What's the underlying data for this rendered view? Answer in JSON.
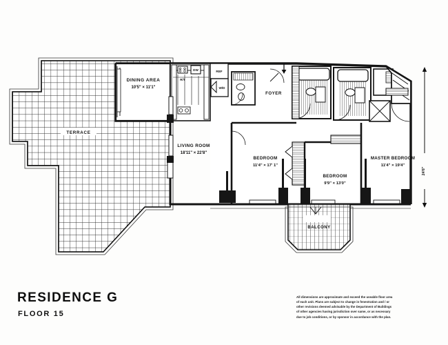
{
  "document": {
    "type": "floor-plan",
    "residence_title": "RESIDENCE G",
    "floor_subtitle": "FLOOR 15"
  },
  "rooms": [
    {
      "key": "terrace",
      "name": "TERRACE",
      "dimensions": ""
    },
    {
      "key": "dining_area",
      "name": "DINING AREA",
      "dimensions": "10'5\" × 11'1\""
    },
    {
      "key": "living_room",
      "name": "LIVING ROOM",
      "dimensions": "18'11\" × 22'8\""
    },
    {
      "key": "foyer",
      "name": "FOYER",
      "dimensions": ""
    },
    {
      "key": "bedroom_1",
      "name": "BEDROOM",
      "dimensions": "11'4\" × 17' 1\""
    },
    {
      "key": "bedroom_2",
      "name": "BEDROOM",
      "dimensions": "9'9\" × 13'0\""
    },
    {
      "key": "master_bedroom",
      "name": "MASTER BEDROOM",
      "dimensions": "11'4\" × 19'4\""
    },
    {
      "key": "balcony",
      "name": "BALCONY",
      "dimensions": ""
    }
  ],
  "appliances": [
    {
      "key": "range_top",
      "label": "R/T"
    },
    {
      "key": "dishwasher",
      "label": "DW"
    },
    {
      "key": "refrigerator",
      "label": "REF"
    },
    {
      "key": "washer_dryer",
      "label": "W/D"
    }
  ],
  "annotations": {
    "right_edge_dimension": "24'6\""
  },
  "disclaimer": {
    "line1": "All dimensions are approximate and exceed the useable floor area",
    "line2": "of each unit.    Plans are subject to change in fenestration and / or",
    "line3": "other revisions deemed advisable by the Department of Buildings",
    "line4": "of other agencies having jurisdiction over same,   or as necessary",
    "line5": "due to job conditions,   or by sponsor in accordance with the plan."
  },
  "colors": {
    "ink": "#111111",
    "paper": "#fdfdfc",
    "wall_fill": "#1c1c1c"
  }
}
